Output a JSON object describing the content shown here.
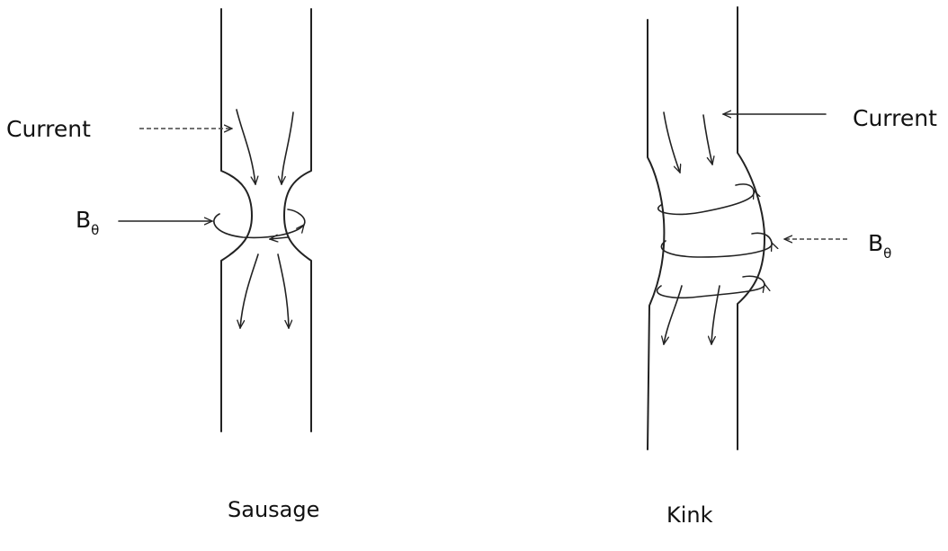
{
  "sausage": {
    "current_label": "Current",
    "field_label_main": "B",
    "field_label_sub": "θ",
    "caption": "Sausage"
  },
  "kink": {
    "current_label": "Current",
    "field_label_main": "B",
    "field_label_sub": "θ",
    "caption": "Kink"
  }
}
